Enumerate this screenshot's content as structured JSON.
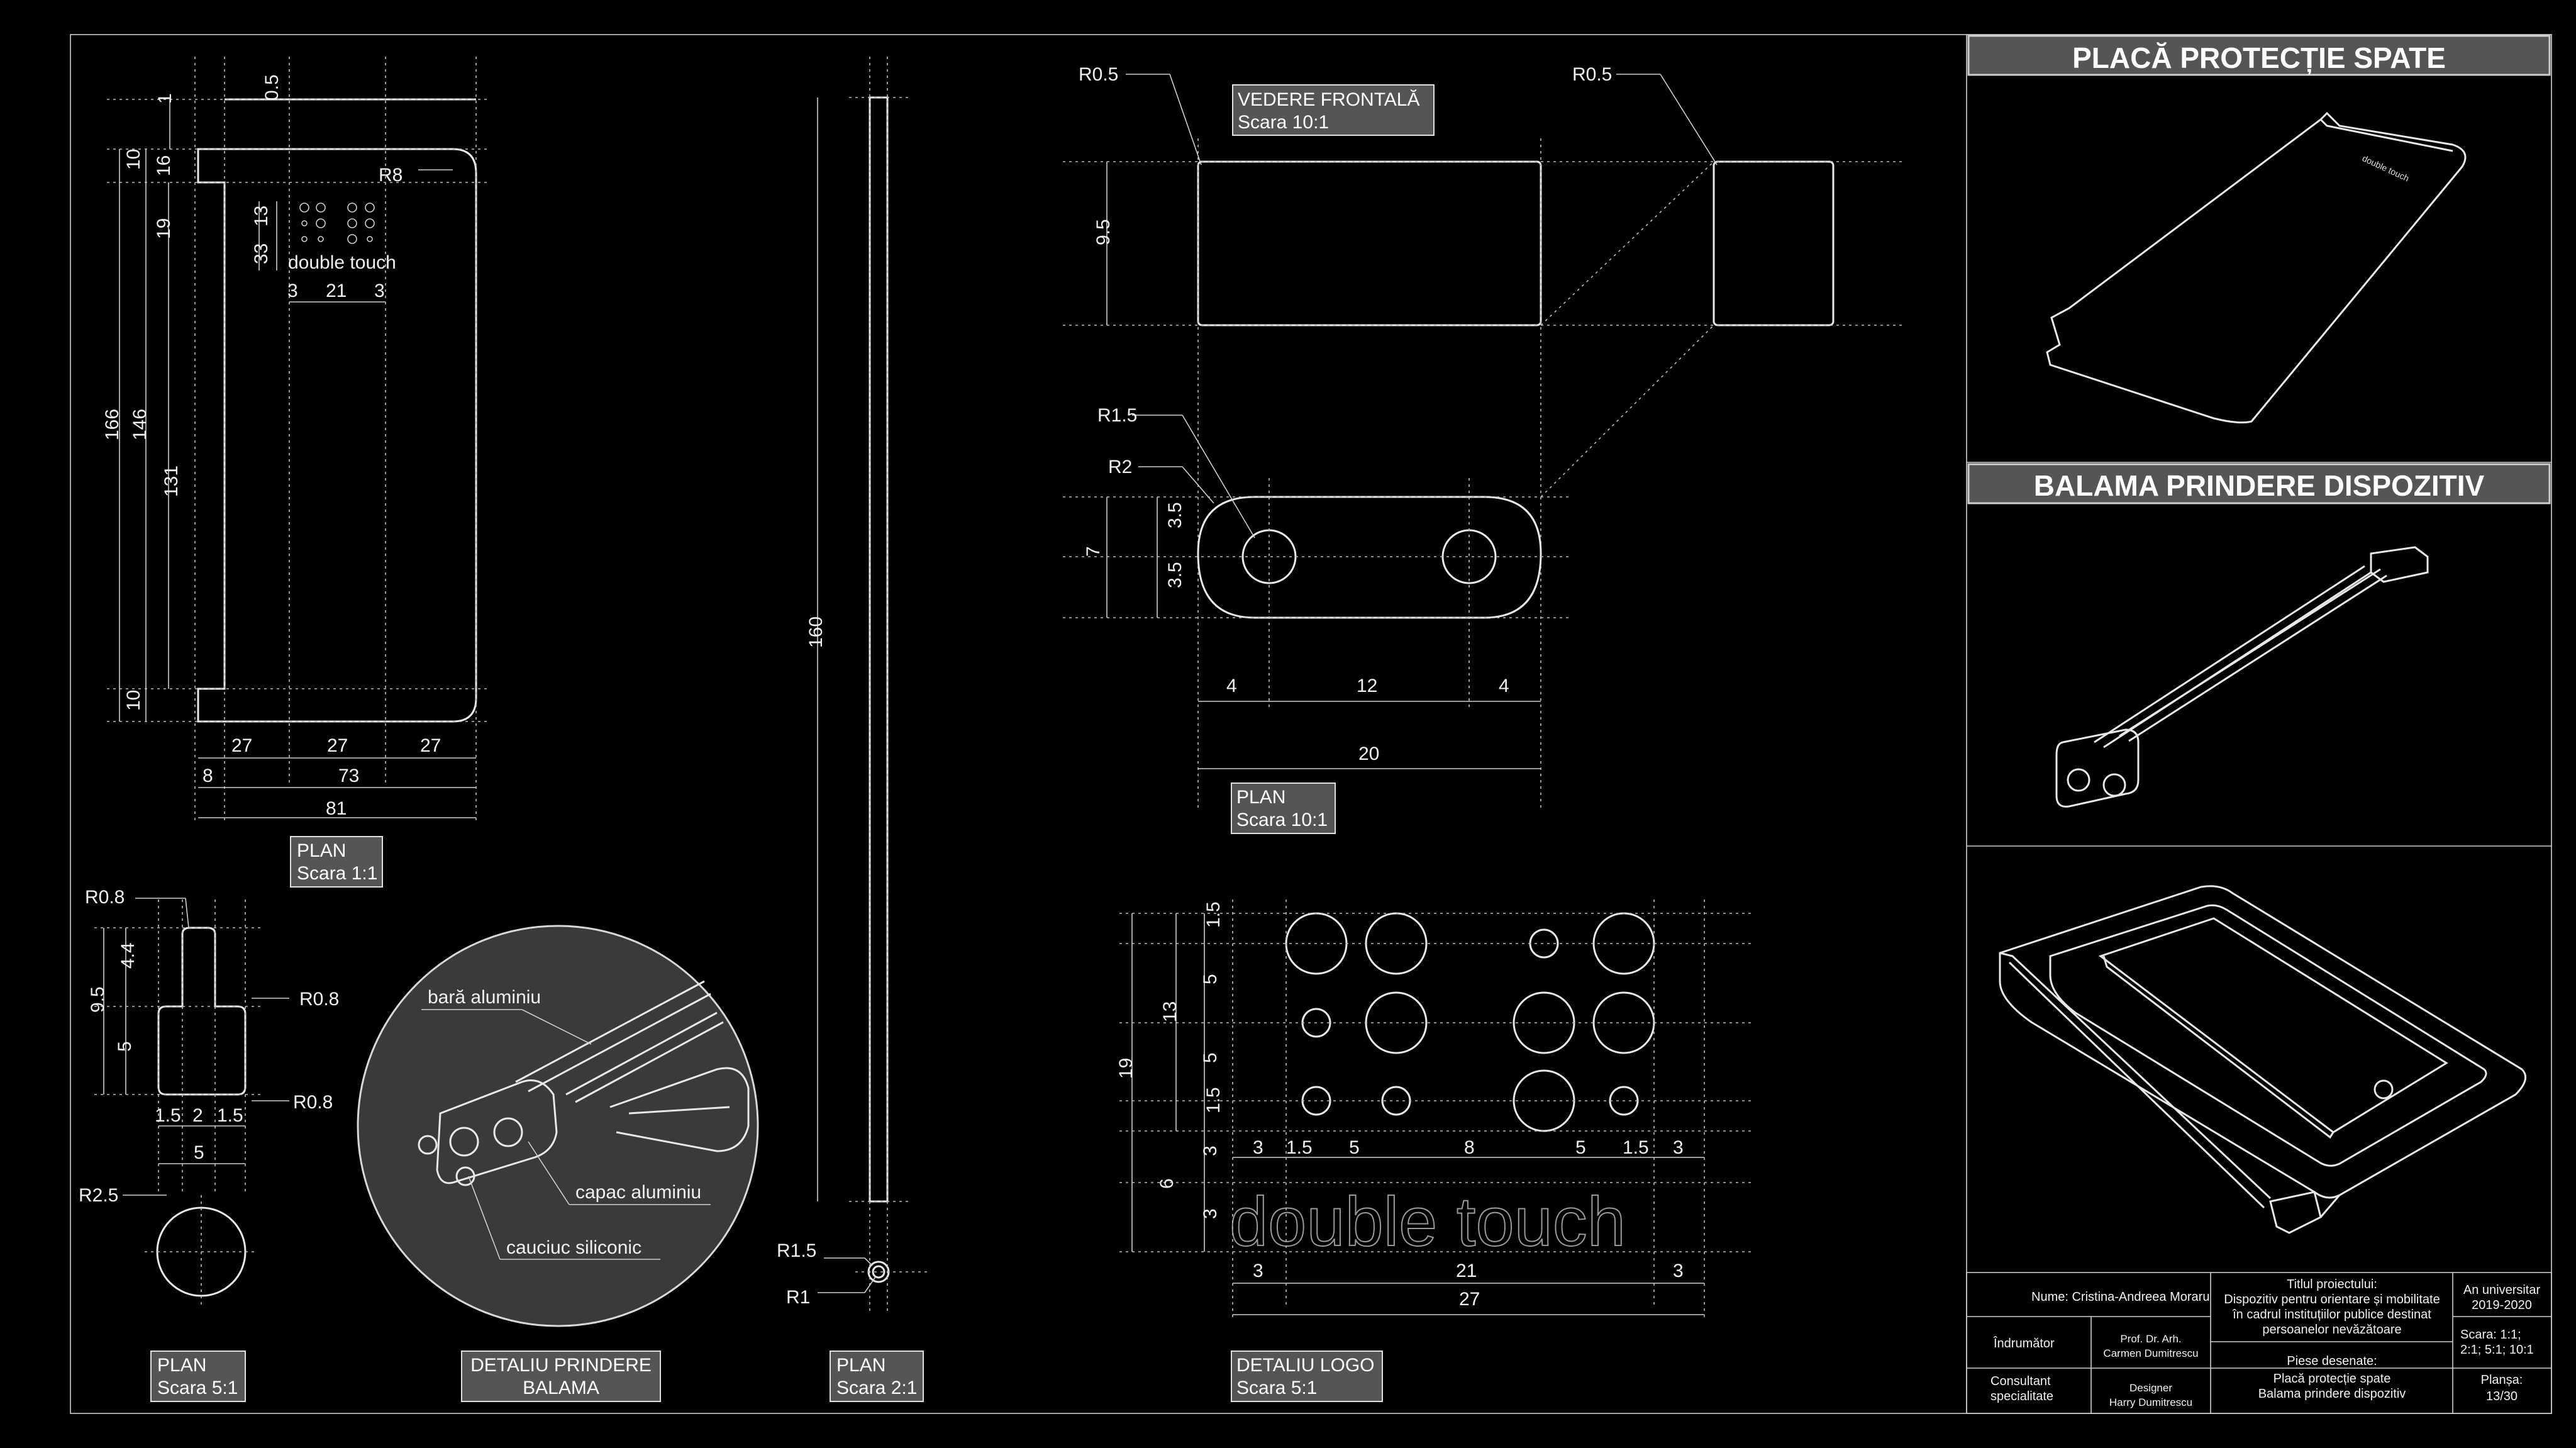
{
  "panels": {
    "back_plate_title": "PLACĂ PROTECȚIE SPATE",
    "hinge_title": "BALAMA PRINDERE DISPOZITIV"
  },
  "views": {
    "plan_1": [
      "PLAN",
      "Scara 1:1"
    ],
    "plan_5": [
      "PLAN",
      "Scara 5:1"
    ],
    "detail_hinge": [
      "DETALIU PRINDERE",
      "BALAMA"
    ],
    "plan_2": [
      "PLAN",
      "Scara 2:1"
    ],
    "front": [
      "VEDERE FRONTALĂ",
      "Scara 10:1"
    ],
    "plan_10": [
      "PLAN",
      "Scara 10:1"
    ],
    "detail_logo": [
      "DETALIU LOGO",
      "Scara 5:1"
    ]
  },
  "callouts": {
    "bar": "bară aluminiu",
    "cap": "capac aluminiu",
    "rubber": "cauciuc siliconic"
  },
  "logo_text": "double touch",
  "dims": {
    "plate": [
      "1",
      "0.5",
      "10",
      "16",
      "R8",
      "19",
      "13",
      "33",
      "3",
      "21",
      "3",
      "166",
      "146",
      "131",
      "10",
      "27",
      "27",
      "27",
      "8",
      "73",
      "81"
    ],
    "pin": [
      "R0.8",
      "4.4",
      "9.5",
      "5",
      "R0.8",
      "R0.8",
      "1.5",
      "2",
      "1.5",
      "5",
      "R2.5"
    ],
    "rod": [
      "160",
      "R1.5",
      "R1"
    ],
    "front": [
      "R0.5",
      "R0.5",
      "9.5"
    ],
    "plan10": [
      "R1.5",
      "R2",
      "3.5",
      "7",
      "3.5",
      "4",
      "12",
      "4",
      "20"
    ],
    "logo": [
      "1.5",
      "5",
      "13",
      "19",
      "5",
      "1.5",
      "3",
      "6",
      "3",
      "3",
      "1.5",
      "5",
      "8",
      "5",
      "1.5",
      "3",
      "3",
      "21",
      "3",
      "27"
    ]
  },
  "title_block": {
    "name": "Nume: Cristina-Andreea Moraru",
    "project_title_label": "Titlul proiectului:",
    "project_title": [
      "Dispozitiv pentru orientare și mobilitate",
      "în cadrul instituțiilor publice destinat",
      "persoanelor nevăzătoare"
    ],
    "year_label": "An universitar",
    "year": "2019-2020",
    "tutor_label": "Îndrumător",
    "tutor": [
      "Prof. Dr. Arh.",
      "Carmen Dumitrescu"
    ],
    "drawn_label": "Piese desenate:",
    "drawn": [
      "Placă protecție spate",
      "Balama prindere dispozitiv"
    ],
    "scale": [
      "Scara: 1:1;",
      "2:1; 5:1; 10:1"
    ],
    "consultant_label": [
      "Consultant",
      "specialitate"
    ],
    "consultant": [
      "Designer",
      "Harry Dumitrescu"
    ],
    "sheet_label": "Planșa:",
    "sheet": "13/30"
  }
}
